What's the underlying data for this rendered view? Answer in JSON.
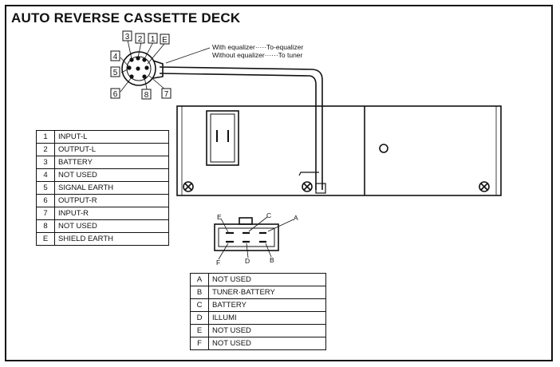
{
  "title": "AUTO REVERSE CASSETTE DECK",
  "notes": {
    "line1": "With equalizer·····To-equalizer",
    "line2": "Without equalizer······To tuner"
  },
  "din_connector": {
    "pin_labels": [
      "3",
      "2",
      "1",
      "E",
      "4",
      "5",
      "6",
      "8",
      "7"
    ]
  },
  "din_table": [
    {
      "pin": "1",
      "label": "INPUT-L"
    },
    {
      "pin": "2",
      "label": "OUTPUT-L"
    },
    {
      "pin": "3",
      "label": "BATTERY"
    },
    {
      "pin": "4",
      "label": "NOT USED"
    },
    {
      "pin": "5",
      "label": "SIGNAL EARTH"
    },
    {
      "pin": "6",
      "label": "OUTPUT-R"
    },
    {
      "pin": "7",
      "label": "INPUT-R"
    },
    {
      "pin": "8",
      "label": "NOT USED"
    },
    {
      "pin": "E",
      "label": "SHIELD EARTH"
    }
  ],
  "connector": {
    "pin_labels": [
      "E",
      "C",
      "A",
      "F",
      "D",
      "B"
    ]
  },
  "connector_table": [
    {
      "pin": "A",
      "label": "NOT USED"
    },
    {
      "pin": "B",
      "label": "TUNER·BATTERY"
    },
    {
      "pin": "C",
      "label": "BATTERY"
    },
    {
      "pin": "D",
      "label": "ILLUMI"
    },
    {
      "pin": "E",
      "label": "NOT USED"
    },
    {
      "pin": "F",
      "label": "NOT USED"
    }
  ]
}
